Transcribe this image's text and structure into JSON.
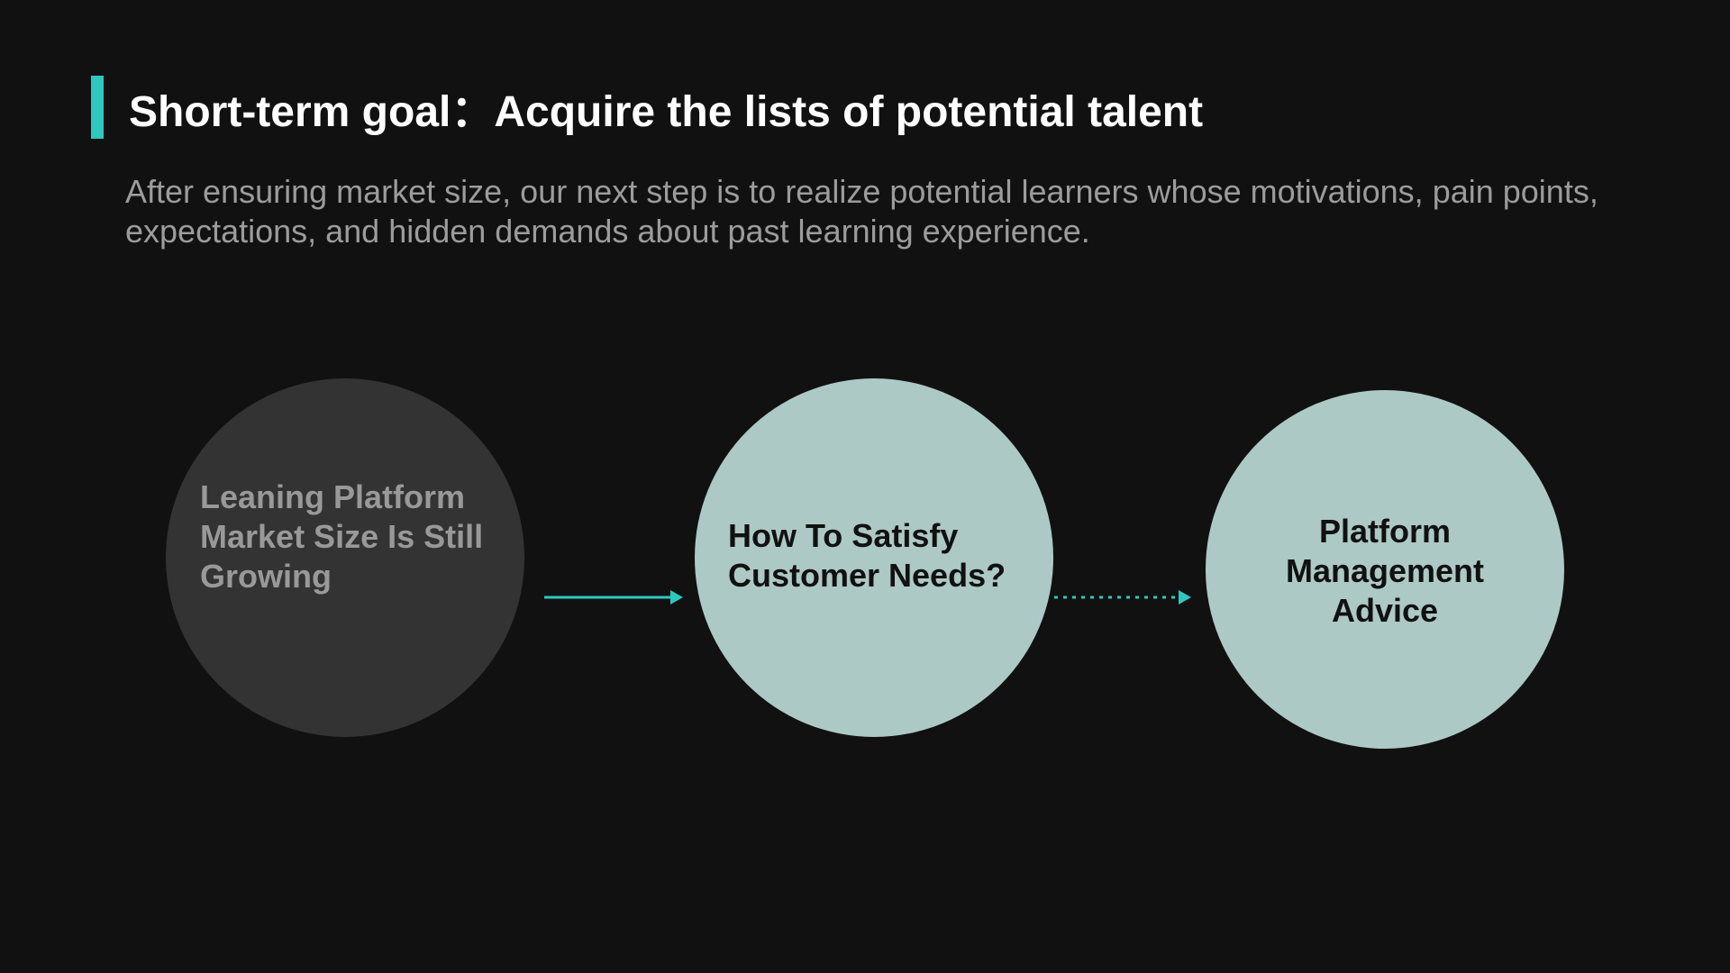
{
  "slide": {
    "title": "Short-term goal：Acquire the lists of potential talent",
    "subtitle": "After ensuring market size, our next step is to realize potential learners whose motivations, pain points, expectations, and hidden demands about past learning experience."
  },
  "flow": {
    "nodes": [
      {
        "label": "Leaning Platform Market Size Is Still Growing"
      },
      {
        "label": "How To Satisfy Customer Needs?"
      },
      {
        "label": "Platform Management Advice"
      }
    ],
    "connectors": [
      {
        "from": 0,
        "to": 1,
        "style": "solid"
      },
      {
        "from": 1,
        "to": 2,
        "style": "dotted"
      }
    ]
  },
  "colors": {
    "background": "#111111",
    "accent": "#2ec8be",
    "node_inactive": "#333333",
    "node_active": "#adc9c5",
    "title_text": "#ffffff",
    "subtitle_text": "#9c9c9c"
  }
}
